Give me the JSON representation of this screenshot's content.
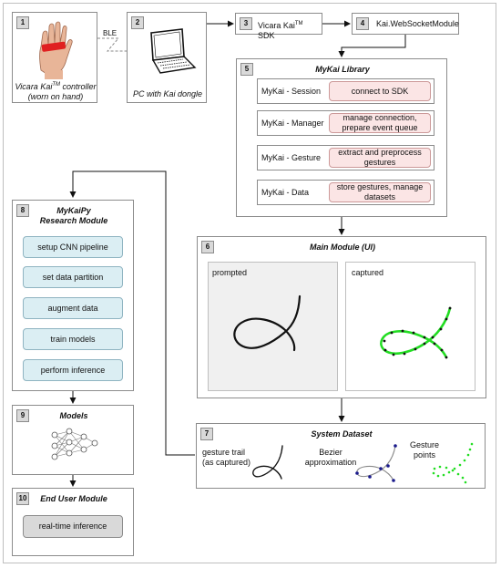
{
  "boxes": {
    "b1": {
      "num": "1",
      "line1": "Vicara Kai",
      "sup": "TM",
      "line1b": " controller",
      "line2": "(worn on hand)"
    },
    "ble": "BLE",
    "b2": {
      "num": "2",
      "caption": "PC with Kai dongle"
    },
    "b3": {
      "num": "3",
      "text": "Vicara Kai",
      "sup": "TM",
      "textb": " SDK"
    },
    "b4": {
      "num": "4",
      "text": "Kai.WebSocketModule"
    },
    "b5": {
      "num": "5",
      "title": "MyKai Library",
      "rows": [
        {
          "name": "MyKai - Session",
          "desc": "connect to SDK"
        },
        {
          "name": "MyKai - Manager",
          "desc": "manage connection, prepare event queue"
        },
        {
          "name": "MyKai - Gesture",
          "desc": "extract and preprocess gestures"
        },
        {
          "name": "MyKai - Data",
          "desc": "store gestures, manage datasets"
        }
      ]
    },
    "b6": {
      "num": "6",
      "title": "Main Module (UI)",
      "left": "prompted",
      "right": "captured"
    },
    "b7": {
      "num": "7",
      "title": "System Dataset",
      "col1": "gesture trail (as captured)",
      "col2": "Bezier approximation",
      "col3": "Gesture points"
    },
    "b8": {
      "num": "8",
      "title_line1": "MyKaiPy",
      "title_line2": "Research Module",
      "items": [
        "setup CNN pipeline",
        "set data partition",
        "augment data",
        "train models",
        "perform inference"
      ]
    },
    "b9": {
      "num": "9",
      "title": "Models"
    },
    "b10": {
      "num": "10",
      "title": "End User Module",
      "button": "real-time inference"
    }
  },
  "colors": {
    "pink_fill": "#fbe5e5",
    "blue_fill": "#dbeef3",
    "gray_fill": "#d9d9d9",
    "green_points": "#22dd22",
    "bezier_points": "#1a1a8c"
  }
}
